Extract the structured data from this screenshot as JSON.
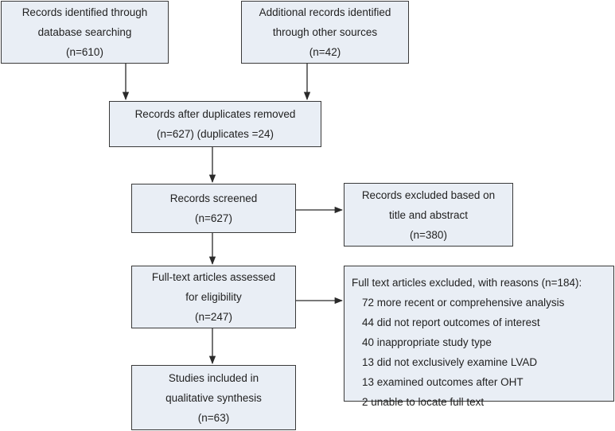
{
  "identification": {
    "database": [
      "Records identified through",
      "database searching",
      "(n=610)"
    ],
    "other": [
      "Additional records identified",
      "through other sources",
      "(n=42)"
    ]
  },
  "duplicates": [
    "Records after duplicates removed",
    "(n=627) (duplicates =24)"
  ],
  "screened": [
    "Records screened",
    "(n=627)"
  ],
  "excluded_title_abstract": [
    "Records excluded based on",
    "title and abstract",
    "(n=380)"
  ],
  "full_text_assessed": [
    "Full-text articles assessed",
    "for eligibility",
    "(n=247)"
  ],
  "full_text_excluded": {
    "heading": "Full text articles excluded, with reasons (n=184):",
    "reasons": [
      "72 more recent or comprehensive analysis",
      "44 did not report outcomes of interest",
      "40 inappropriate study type",
      "13 did not exclusively examine LVAD",
      "13 examined outcomes after OHT",
      "2 unable to locate full text"
    ]
  },
  "included": [
    "Studies included in",
    "qualitative synthesis",
    "(n=63)"
  ]
}
